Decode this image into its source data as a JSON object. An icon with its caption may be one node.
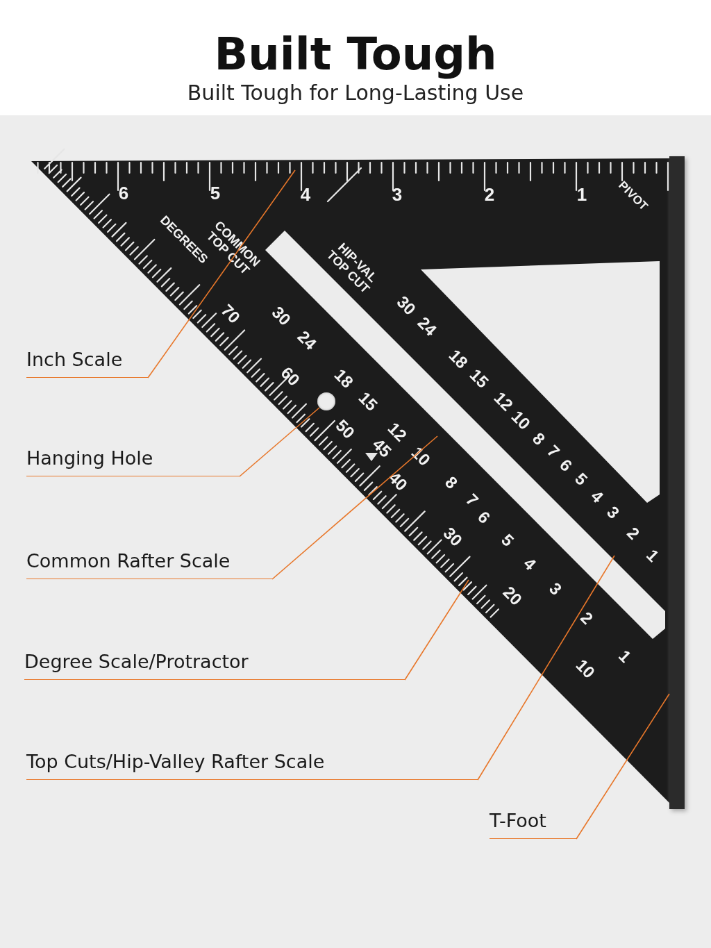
{
  "diagram": {
    "title": "Built Tough",
    "caption": "Built Tough for Long-Lasting Use",
    "nodes": [
      {
        "text": [
          "Inch Scale"
        ]
      },
      {
        "text": [
          "Hanging Hole"
        ]
      },
      {
        "text": [
          "Common Rafter Scale"
        ]
      },
      {
        "text": [
          "Degree Scale/Protractor"
        ]
      },
      {
        "text": [
          "Top Cuts/Hip-Valley Rafter Scale"
        ]
      },
      {
        "text": [
          "T-Foot"
        ]
      },
      {
        "text": [],
        "shape": "circle"
      },
      {
        "text": [],
        "shape": "bar"
      }
    ],
    "edges": [
      {
        "from": 0,
        "to": null,
        "arrow": "none"
      },
      {
        "from": 1,
        "to": 6,
        "arrow": "none"
      },
      {
        "from": 2,
        "to": null,
        "arrow": "none"
      },
      {
        "from": 3,
        "to": null,
        "arrow": "none"
      },
      {
        "from": 4,
        "to": null,
        "arrow": "none"
      },
      {
        "from": 5,
        "to": 7,
        "arrow": "none"
      }
    ],
    "labels": [
      "6",
      "5",
      "4",
      "3",
      "2",
      "1",
      "PIVOT",
      "DEGREES",
      "COMMON TOP CUT",
      "HIP-VAL TOP CUT",
      "70",
      "60",
      "50",
      "45",
      "40",
      "30",
      "20",
      "10",
      "30",
      "24",
      "18",
      "15",
      "12",
      "10",
      "8",
      "7",
      "6",
      "5",
      "4",
      "3",
      "2",
      "1",
      "30",
      "24",
      "18",
      "15",
      "12",
      "10",
      "8",
      "7",
      "6",
      "5",
      "4",
      "3",
      "2",
      "1"
    ]
  }
}
